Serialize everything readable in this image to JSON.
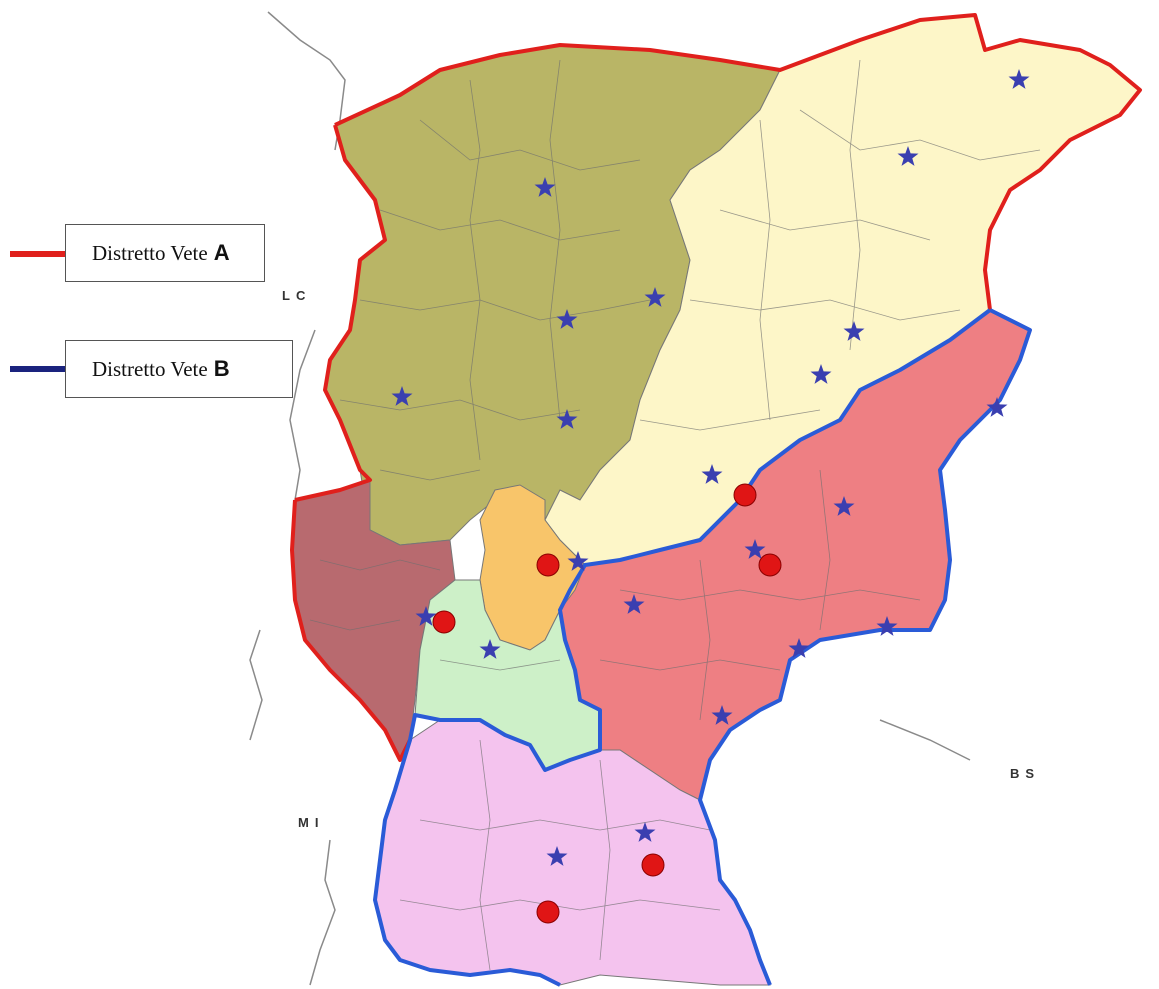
{
  "legend": {
    "district_a": {
      "label": "Distretto Vete",
      "letter": "A",
      "color": "#e0201c"
    },
    "district_b": {
      "label": "Distretto Vete",
      "letter": "B",
      "color": "#1a237e"
    }
  },
  "province_labels": {
    "lc": "LC",
    "mi": "MI",
    "bs": "BS"
  },
  "colors": {
    "district_a_outline": "#e0201c",
    "district_b_outline": "#2a5bd7",
    "zone_olive": "#b9b566",
    "zone_cream": "#fdf6c8",
    "zone_red": "#ee7f83",
    "zone_darkred": "#b86a6f",
    "zone_orange": "#f8c56a",
    "zone_green": "#cdf0c8",
    "zone_pink": "#f4c3ee",
    "star": "#3a3fb0",
    "dot": "#e01515"
  },
  "icons": {
    "station": "star-icon",
    "office": "red-dot-icon"
  }
}
